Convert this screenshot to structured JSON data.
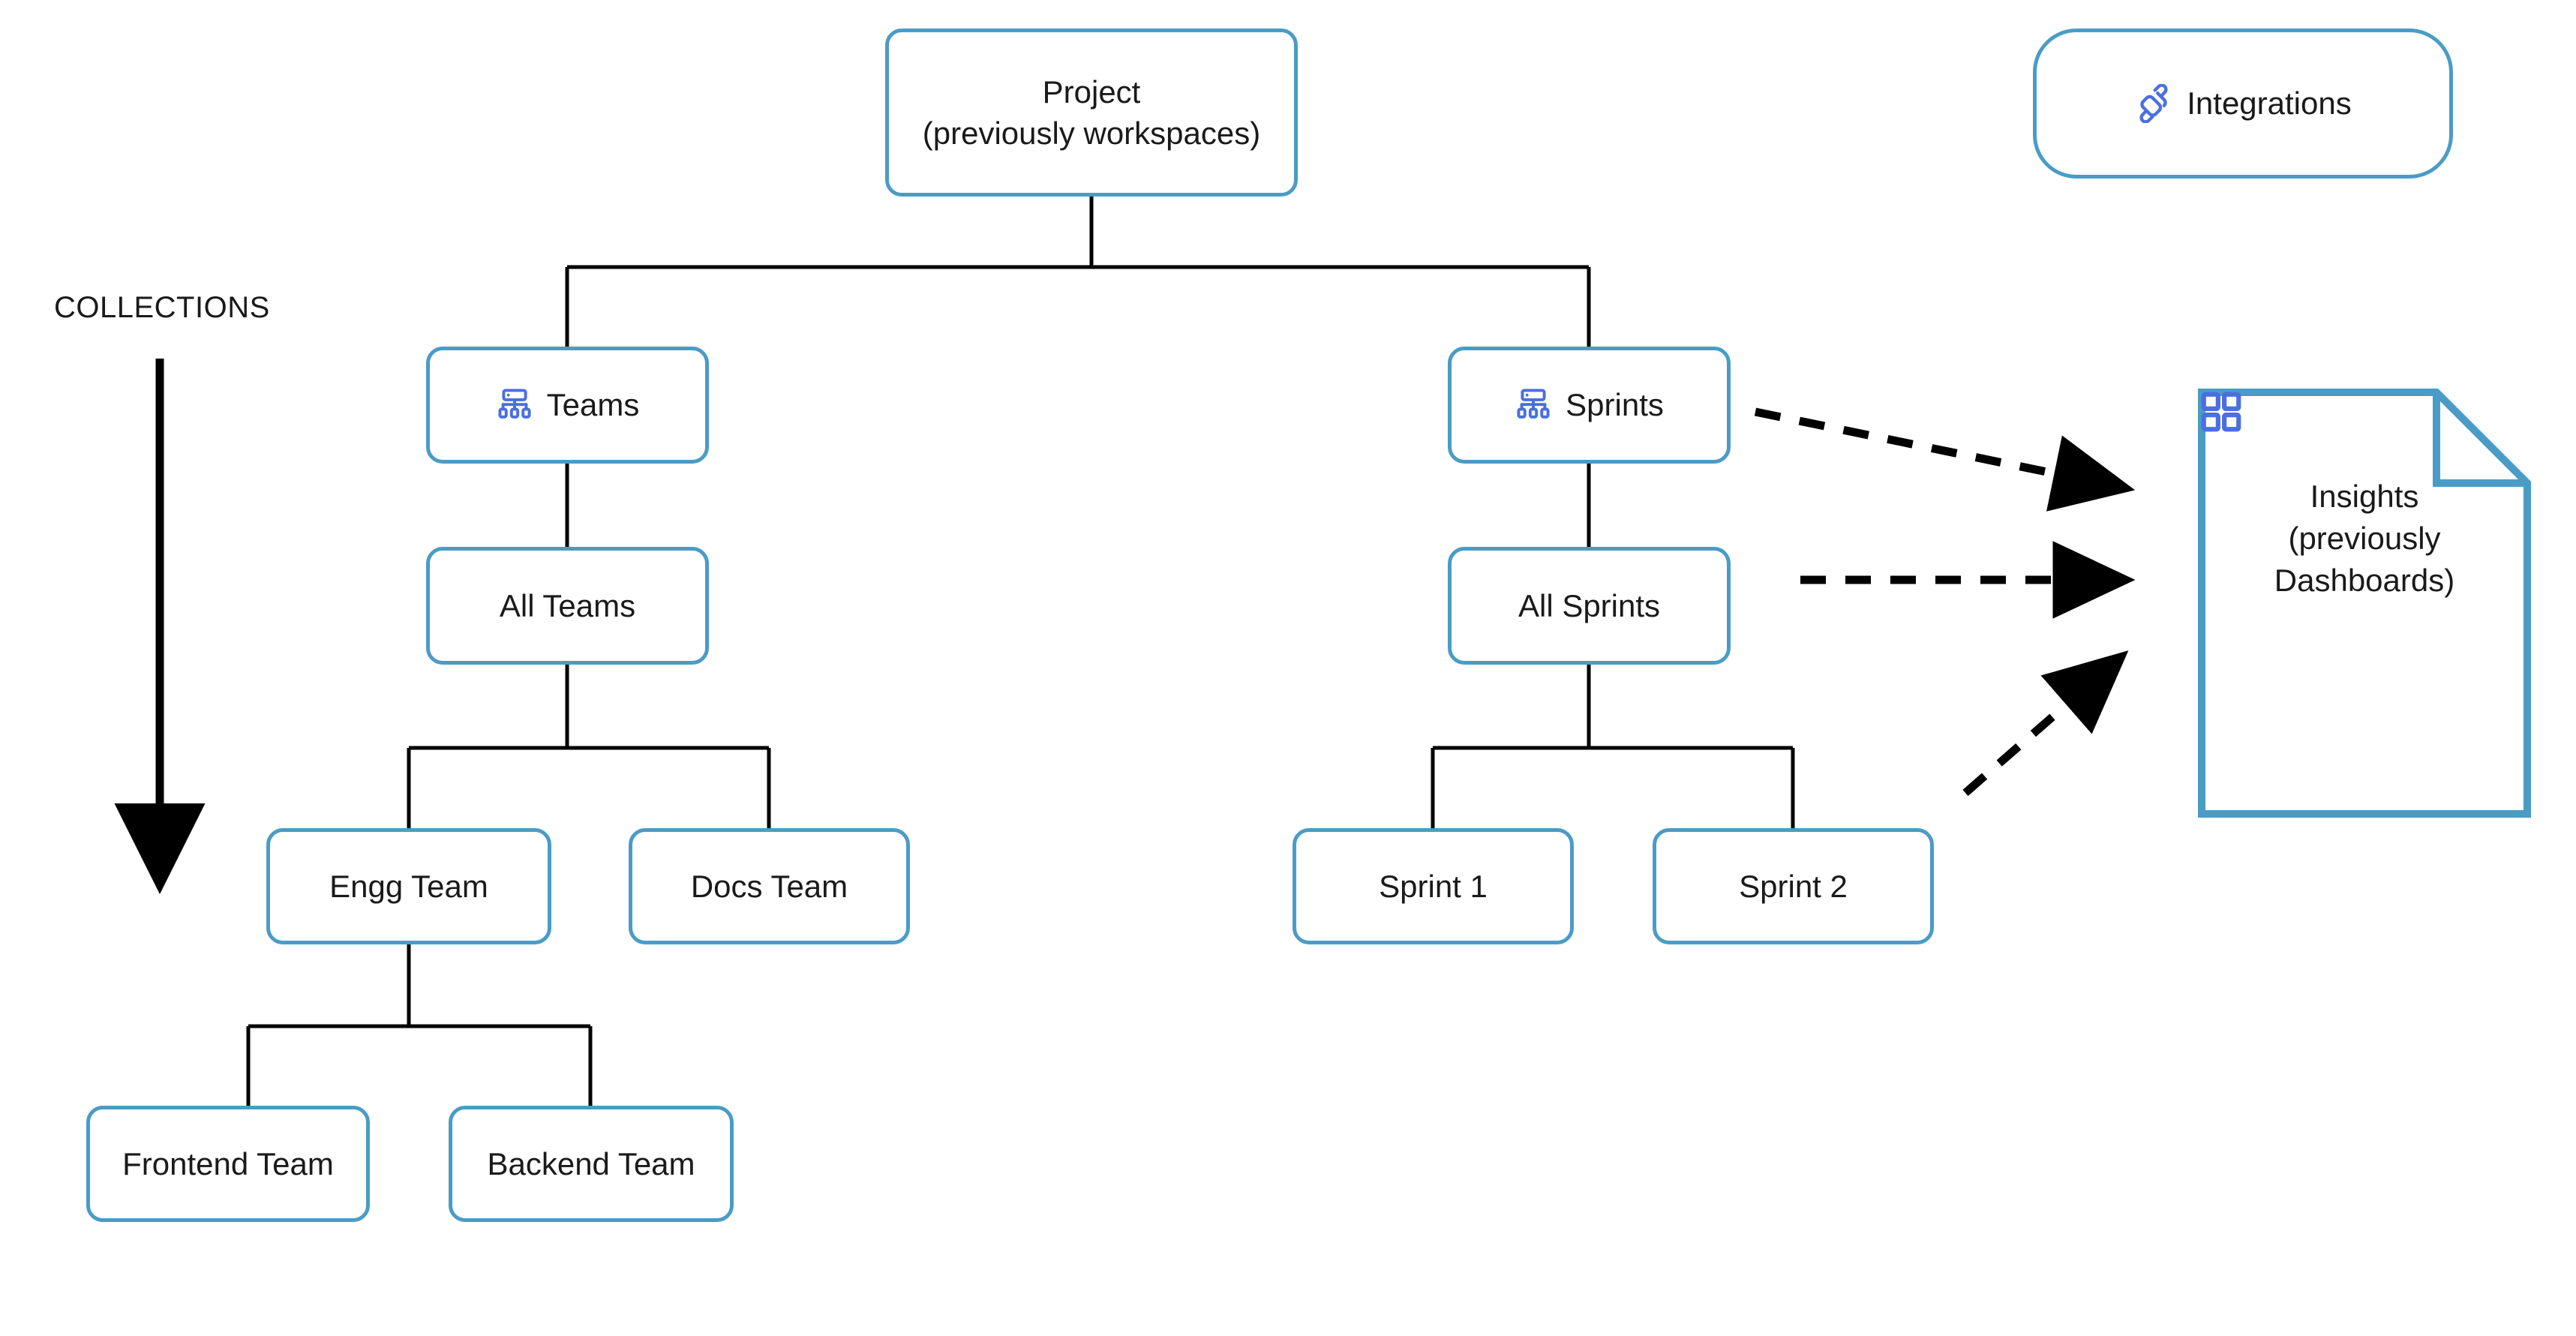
{
  "diagram": {
    "title_label": "COLLECTIONS",
    "colors": {
      "node_border": "#4a9cc6",
      "icon_blue": "#4a6fe0",
      "edge": "#000000",
      "text": "#1a1a1a",
      "background": "#ffffff"
    },
    "nodes": {
      "project": {
        "label": "Project\n(previously workspaces)"
      },
      "integrations": {
        "label": "Integrations",
        "icon": "plug-connector-icon"
      },
      "teams": {
        "label": "Teams",
        "icon": "hierarchy-icon"
      },
      "sprints": {
        "label": "Sprints",
        "icon": "hierarchy-icon"
      },
      "all_teams": {
        "label": "All Teams"
      },
      "all_sprints": {
        "label": "All Sprints"
      },
      "engg_team": {
        "label": "Engg Team"
      },
      "docs_team": {
        "label": "Docs Team"
      },
      "sprint_1": {
        "label": "Sprint 1"
      },
      "sprint_2": {
        "label": "Sprint 2"
      },
      "frontend_team": {
        "label": "Frontend Team"
      },
      "backend_team": {
        "label": "Backend Team"
      },
      "insights": {
        "label": "Insights\n(previously\nDashboards)",
        "icon": "dashboard-grid-icon"
      }
    }
  },
  "chart_data": {
    "type": "diagram",
    "title": "Project hierarchy / collections tree",
    "nodes": [
      {
        "id": "project",
        "label": "Project (previously workspaces)",
        "shape": "rounded-rect",
        "level": 0
      },
      {
        "id": "teams",
        "label": "Teams",
        "shape": "rounded-rect",
        "icon": "hierarchy-icon",
        "level": 1
      },
      {
        "id": "sprints",
        "label": "Sprints",
        "shape": "rounded-rect",
        "icon": "hierarchy-icon",
        "level": 1
      },
      {
        "id": "all_teams",
        "label": "All Teams",
        "shape": "rounded-rect",
        "level": 2
      },
      {
        "id": "all_sprints",
        "label": "All Sprints",
        "shape": "rounded-rect",
        "level": 2
      },
      {
        "id": "engg_team",
        "label": "Engg Team",
        "shape": "rounded-rect",
        "level": 3
      },
      {
        "id": "docs_team",
        "label": "Docs Team",
        "shape": "rounded-rect",
        "level": 3
      },
      {
        "id": "sprint_1",
        "label": "Sprint 1",
        "shape": "rounded-rect",
        "level": 3
      },
      {
        "id": "sprint_2",
        "label": "Sprint 2",
        "shape": "rounded-rect",
        "level": 3
      },
      {
        "id": "frontend_team",
        "label": "Frontend Team",
        "shape": "rounded-rect",
        "level": 4
      },
      {
        "id": "backend_team",
        "label": "Backend Team",
        "shape": "rounded-rect",
        "level": 4
      },
      {
        "id": "insights",
        "label": "Insights (previously Dashboards)",
        "shape": "document",
        "icon": "dashboard-grid-icon"
      },
      {
        "id": "integrations",
        "label": "Integrations",
        "shape": "pill",
        "icon": "plug-connector-icon"
      }
    ],
    "edges": [
      {
        "from": "project",
        "to": "teams",
        "style": "solid"
      },
      {
        "from": "project",
        "to": "sprints",
        "style": "solid"
      },
      {
        "from": "teams",
        "to": "all_teams",
        "style": "solid"
      },
      {
        "from": "all_teams",
        "to": "engg_team",
        "style": "solid"
      },
      {
        "from": "all_teams",
        "to": "docs_team",
        "style": "solid"
      },
      {
        "from": "engg_team",
        "to": "frontend_team",
        "style": "solid"
      },
      {
        "from": "engg_team",
        "to": "backend_team",
        "style": "solid"
      },
      {
        "from": "sprints",
        "to": "all_sprints",
        "style": "solid"
      },
      {
        "from": "all_sprints",
        "to": "sprint_1",
        "style": "solid"
      },
      {
        "from": "all_sprints",
        "to": "sprint_2",
        "style": "solid"
      },
      {
        "from": "sprints",
        "to": "insights",
        "style": "dashed",
        "arrow": true
      },
      {
        "from": "all_sprints",
        "to": "insights",
        "style": "dashed",
        "arrow": true
      },
      {
        "from": "sprint_2",
        "to": "insights",
        "style": "dashed",
        "arrow": true
      }
    ],
    "annotations": [
      {
        "text": "COLLECTIONS",
        "type": "axis-label",
        "direction": "down-arrow"
      }
    ]
  }
}
